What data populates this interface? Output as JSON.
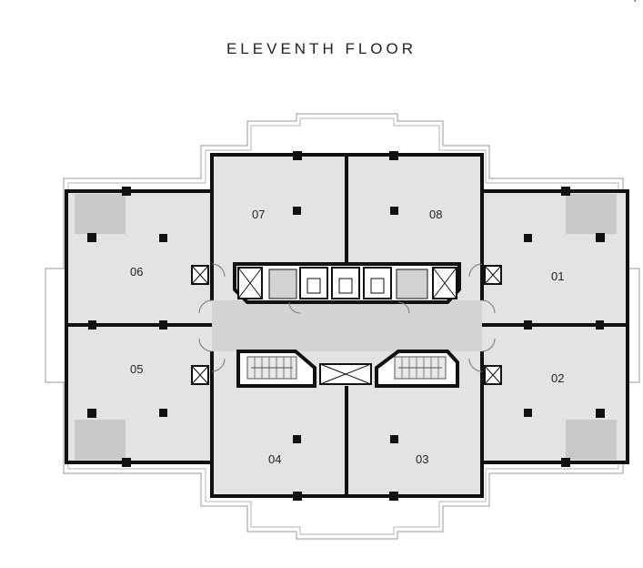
{
  "title": "ELEVENTH FLOOR",
  "corner_mark": "F",
  "colors": {
    "wall": "#111111",
    "floor": "#e3e3e3",
    "balcony": "#c8c8c8",
    "outline": "#9a9a9a",
    "core": "#d3d3d3"
  },
  "units": [
    {
      "id": "07",
      "label": "07"
    },
    {
      "id": "08",
      "label": "08"
    },
    {
      "id": "06",
      "label": "06"
    },
    {
      "id": "01",
      "label": "01"
    },
    {
      "id": "05",
      "label": "05"
    },
    {
      "id": "02",
      "label": "02"
    },
    {
      "id": "04",
      "label": "04"
    },
    {
      "id": "03",
      "label": "03"
    }
  ]
}
